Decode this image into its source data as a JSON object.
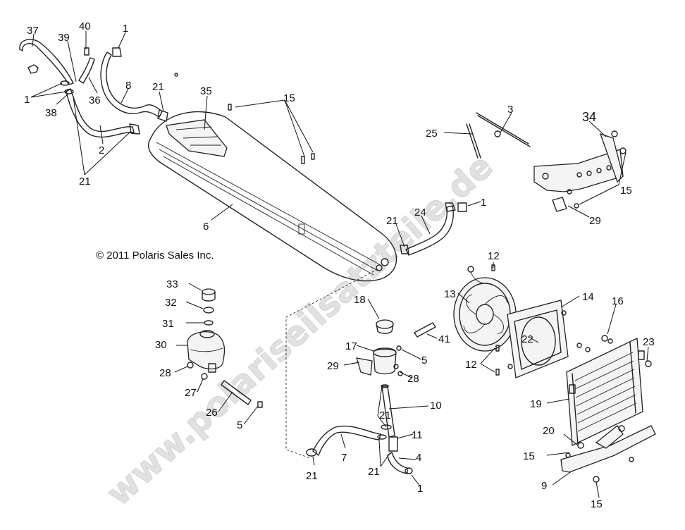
{
  "copyright": "© 2011 Polaris Sales Inc.",
  "watermark": "www.polariseilsatzteile.de",
  "callouts": {
    "c37": "37",
    "c40": "40",
    "c1_top": "1",
    "c39": "39",
    "c1_left": "1",
    "c36": "36",
    "c38": "38",
    "c8": "8",
    "c21_a": "21",
    "c35": "35",
    "c15_a": "15",
    "c2": "2",
    "c21_b": "21",
    "c6": "6",
    "c3": "3",
    "c25": "25",
    "c34": "34",
    "c15_b": "15",
    "c29_a": "29",
    "c1_mid": "1",
    "c24": "24",
    "c21_c": "21",
    "c12_a": "12",
    "c13": "13",
    "c14": "14",
    "c33": "33",
    "c32": "32",
    "c31": "31",
    "c30": "30",
    "c28_a": "28",
    "c27": "27",
    "c26": "26",
    "c5_a": "5",
    "c18": "18",
    "c17": "17",
    "c41": "41",
    "c5_b": "5",
    "c29_b": "29",
    "c28_b": "28",
    "c22": "22",
    "c16": "16",
    "c23": "23",
    "c12_b": "12",
    "c19": "19",
    "c10": "10",
    "c21_d": "21",
    "c11": "11",
    "c4": "4",
    "c21_e": "21",
    "c7": "7",
    "c21_f": "21",
    "c1_bot": "1",
    "c20": "20",
    "c15_c": "15",
    "c9": "9",
    "c15_d": "15"
  }
}
